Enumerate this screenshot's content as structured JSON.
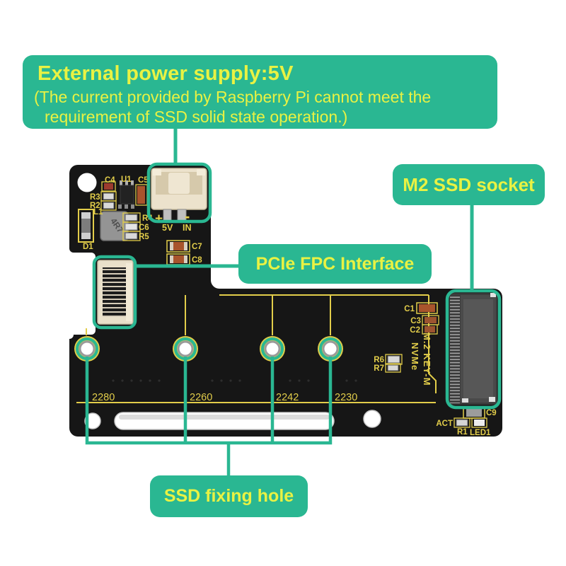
{
  "callouts": {
    "power_title": "External power supply:5V",
    "power_sub1": "(The current provided by Raspberry Pi cannot meet the",
    "power_sub2": "requirement of SSD solid state operation.)",
    "m2_socket": "M2 SSD socket",
    "pcie": "PCIe FPC Interface",
    "fixing_hole": "SSD fixing hole"
  },
  "pcb": {
    "labels": {
      "c4": "C4",
      "u1": "U1",
      "c5": "C5",
      "r3": "R3",
      "r2": "R2",
      "l1": "L1",
      "d1": "D1",
      "r4": "R4",
      "c6": "C6",
      "r5": "R5",
      "plus": "+",
      "minus": "-",
      "power_5v": "5V",
      "power_in": "IN",
      "c7": "C7",
      "c8": "C8",
      "c1": "C1",
      "c3": "C3",
      "c2": "C2",
      "r6": "R6",
      "r7": "R7",
      "key_m": "M.2 KEY-M",
      "nvme": "NVMe",
      "c9": "C9",
      "act": "ACT",
      "r1": "R1",
      "led1": "LED1",
      "inductor": "4R7"
    },
    "size_markers": [
      "2280",
      "2260",
      "2242",
      "2230"
    ]
  },
  "colors": {
    "annotation_teal": "#2ab792",
    "callout_text_yellow": "#e9f243",
    "silkscreen_yellow": "#e2cd4a",
    "board_black": "#161616"
  }
}
